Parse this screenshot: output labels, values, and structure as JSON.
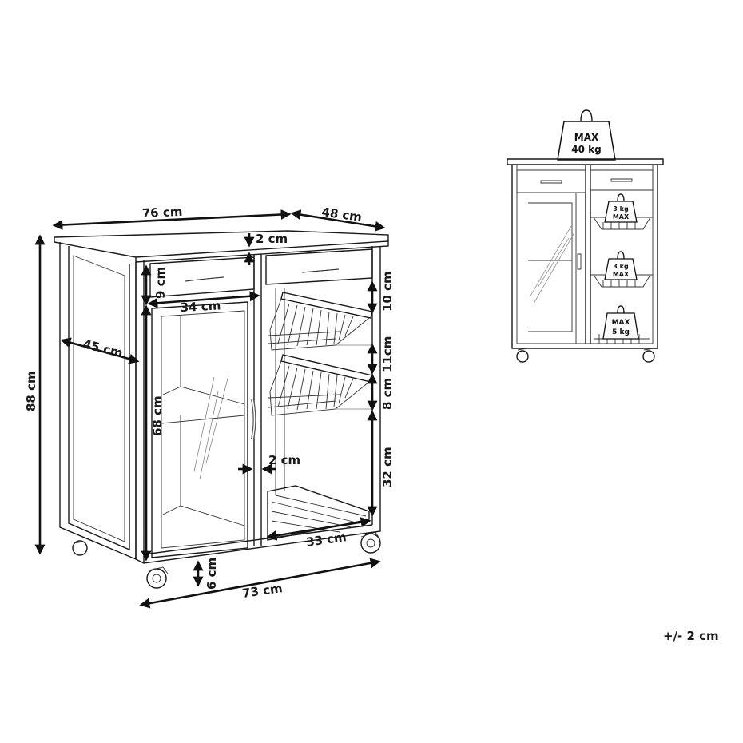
{
  "diagram": {
    "type": "product-dimension-drawing",
    "subject": "kitchen trolley with glass door cabinet, two drawers and wire baskets"
  },
  "dimensions": {
    "top_width": "76 cm",
    "top_depth": "48 cm",
    "top_thickness": "2 cm",
    "drawer_height": "9 cm",
    "door_width": "34 cm",
    "side_depth": "45 cm",
    "total_height": "88 cm",
    "door_height": "68 cm",
    "gap_door_divider": "2 cm",
    "right_top_gap": "10 cm",
    "basket_spacing": "11cm",
    "basket_height": "8 cm",
    "bottom_gap": "32 cm",
    "bottom_shelf_width": "33 cm",
    "wheel_height": "6 cm",
    "base_width": "73 cm"
  },
  "load_capacity": {
    "top": {
      "line1": "MAX",
      "line2": "40 kg"
    },
    "basket_upper": {
      "line1": "3 kg",
      "line2": "MAX"
    },
    "basket_lower": {
      "line1": "3 kg",
      "line2": "MAX"
    },
    "bottom_shelf": {
      "line1": "MAX",
      "line2": "5 kg"
    }
  },
  "tolerance": "+/- 2 cm"
}
